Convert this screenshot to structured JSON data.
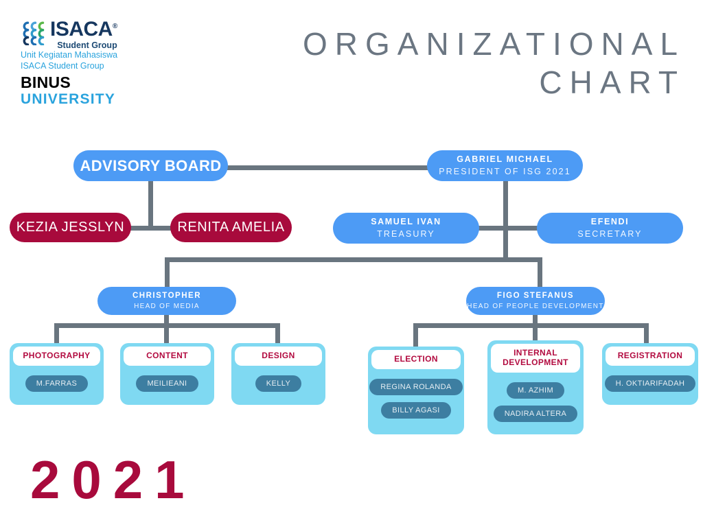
{
  "brand": {
    "logo_icon": "isaca-grid-logo",
    "name": "ISACA",
    "registered_mark": "®",
    "subtitle": "Student Group",
    "line1": "Unit Kegiatan Mahasiswa",
    "line2": "ISACA Student Group",
    "binus": "BINUS",
    "university": "UNIVERSITY"
  },
  "title": {
    "line1": "ORGANIZATIONAL",
    "line2": "CHART"
  },
  "year": "2021",
  "colors": {
    "blue": "#4d9bf5",
    "crimson": "#a80a3c",
    "cyan_card": "#7fd9f2",
    "member_pill": "#3d7ea1",
    "connector": "#69757f",
    "title_gray": "#6b7682",
    "brand_blue": "#2aa3dd"
  },
  "nodes": {
    "advisory_board": {
      "label": "ADVISORY BOARD"
    },
    "president": {
      "name": "GABRIEL MICHAEL",
      "role": "PRESIDENT OF ISG 2021"
    },
    "advisors": [
      {
        "label": "KEZIA JESSLYN"
      },
      {
        "label": "RENITA AMELIA"
      }
    ],
    "treasury": {
      "name": "SAMUEL IVAN",
      "role": "TREASURY"
    },
    "secretary": {
      "name": "EFENDI",
      "role": "SECRETARY"
    },
    "head_media": {
      "name": "CHRISTOPHER",
      "role": "HEAD OF MEDIA"
    },
    "head_people": {
      "name": "FIGO STEFANUS",
      "role": "HEAD OF PEOPLE DEVELOPMENT"
    }
  },
  "departments": [
    {
      "title": "PHOTOGRAPHY",
      "members": [
        "M.FARRAS"
      ]
    },
    {
      "title": "CONTENT",
      "members": [
        "MEILIEANI"
      ]
    },
    {
      "title": "DESIGN",
      "members": [
        "KELLY"
      ]
    },
    {
      "title": "ELECTION",
      "members": [
        "REGINA ROLANDA",
        "BILLY AGASI"
      ]
    },
    {
      "title": "INTERNAL DEVELOPMENT",
      "members": [
        "M. AZHIM",
        "NADIRA ALTERA"
      ]
    },
    {
      "title": "REGISTRATION",
      "members": [
        "H. OKTIARIFADAH"
      ]
    }
  ]
}
